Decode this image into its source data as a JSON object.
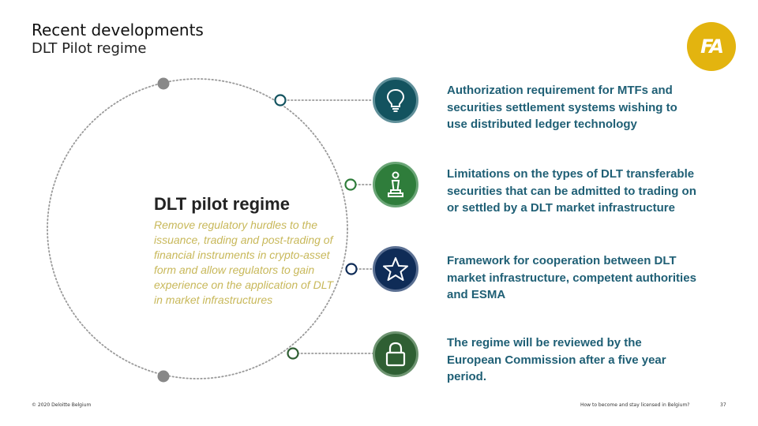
{
  "header": {
    "title": "Recent developments",
    "subtitle": "DLT Pilot regime"
  },
  "logo": {
    "text": "FA",
    "color": "#e3b40f"
  },
  "center": {
    "title": "DLT pilot regime",
    "description": "Remove regulatory hurdles to the issuance, trading and post-trading of financial instruments in crypto-asset form and allow regulators to gain experience on the application of DLT in market infrastructures"
  },
  "items": [
    {
      "icon": "lightbulb-icon",
      "color": "#13535f",
      "text": "Authorization requirement for MTFs and securities settlement systems wishing to use distributed ledger technology"
    },
    {
      "icon": "chess-piece-icon",
      "color": "#2f7d3b",
      "text": "Limitations on the types of DLT transferable securities that can be admitted to trading on or settled by a DLT market infrastructure"
    },
    {
      "icon": "star-icon",
      "color": "#0f2c57",
      "text": "Framework for cooperation between DLT market infrastructure, competent authorities and ESMA"
    },
    {
      "icon": "lock-icon",
      "color": "#2f5f33",
      "text": "The regime will be reviewed by the European Commission after a five year period."
    }
  ],
  "footer": {
    "copyright": "© 2020 Deloitte Belgium",
    "document": "How to become and stay licensed in Belgium?",
    "page": "37"
  }
}
